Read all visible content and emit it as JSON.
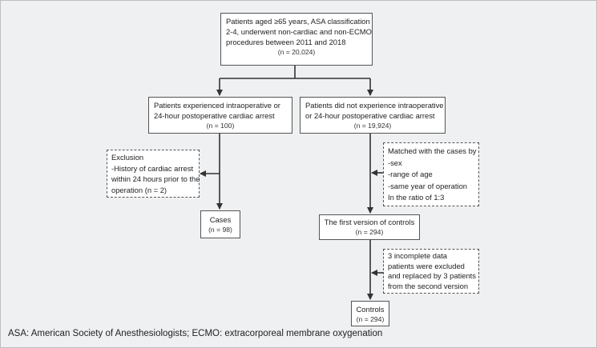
{
  "top": {
    "lines": [
      "Patients aged ≥65 years, ASA classification",
      "2-4, underwent non-cardiac and non-ECMO",
      "procedures between 2011 and 2018"
    ],
    "n": "(n = 20,024)"
  },
  "arrest": {
    "lines": [
      "Patients experienced intraoperative or",
      "24-hour postoperative cardiac arrest"
    ],
    "n": "(n = 100)"
  },
  "no_arrest": {
    "lines": [
      "Patients did not experience intraoperative",
      "or 24-hour postoperative cardiac arrest"
    ],
    "n": "(n = 19,924)"
  },
  "exclusion": {
    "lines": [
      "Exclusion",
      "-History of cardiac arrest",
      "within 24 hours prior to the",
      "operation (n = 2)"
    ]
  },
  "matched": {
    "lines": [
      "Matched with the cases by",
      "-sex",
      "-range of age",
      "-same year of operation",
      "In the ratio of 1:3"
    ]
  },
  "cases": {
    "title": "Cases",
    "n": "(n = 98)"
  },
  "first_controls": {
    "title": "The first version of controls",
    "n": "(n = 294)"
  },
  "replaced": {
    "lines": [
      "3 incomplete data",
      "patients were excluded",
      "and replaced by 3 patients",
      "from the second version"
    ]
  },
  "controls": {
    "title": "Controls",
    "n": "(n = 294)"
  },
  "caption": "ASA: American Society of Anesthesiologists; ECMO: extracorporeal membrane oxygenation"
}
